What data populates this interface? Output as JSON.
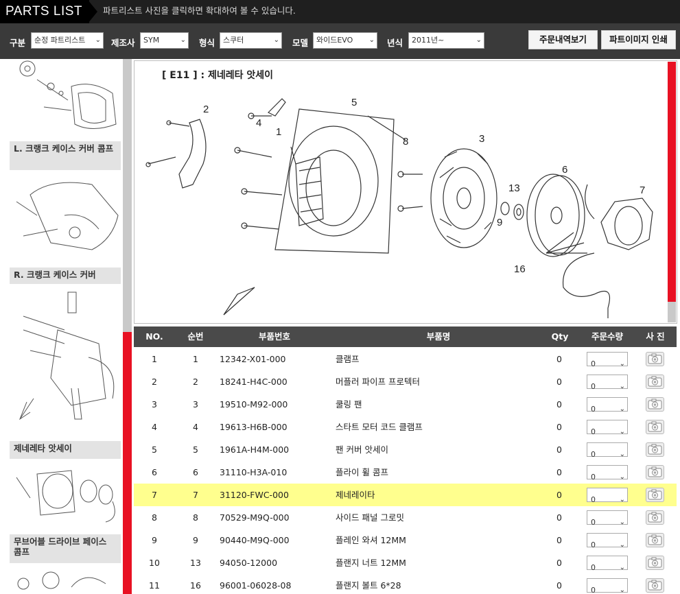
{
  "header": {
    "title": "PARTS LIST",
    "hint": "파트리스트 사진을 클릭하면 확대하여 볼 수 있습니다."
  },
  "filters": [
    {
      "label": "구분",
      "value": "순정 파트리스트"
    },
    {
      "label": "제조사",
      "value": "SYM"
    },
    {
      "label": "형식",
      "value": "스쿠터"
    },
    {
      "label": "모델",
      "value": "와이드EVO"
    },
    {
      "label": "년식",
      "value": "2011년~"
    }
  ],
  "buttons": {
    "order_history": "주문내역보기",
    "print_part_image": "파트이미지 인쇄"
  },
  "sidebar": {
    "items": [
      {
        "label": "L. 크랭크 케이스 커버 콤프"
      },
      {
        "label": "R. 크랭크 케이스 커버"
      },
      {
        "label": "제네레타 앗세이"
      },
      {
        "label": "무브어블 드라이브 페이스 콤프"
      }
    ]
  },
  "diagram": {
    "title": "[ E11 ] : 제네레타 앗세이",
    "callouts": [
      "1",
      "2",
      "3",
      "4",
      "5",
      "6",
      "7",
      "8",
      "9",
      "13",
      "16"
    ]
  },
  "table": {
    "headers": {
      "no": "NO.",
      "seq": "순번",
      "part_no": "부품번호",
      "name": "부품명",
      "qty": "Qty",
      "order_qty": "주문수량",
      "photo": "사 진"
    },
    "rows": [
      {
        "no": "1",
        "seq": "1",
        "part_no": "12342-X01-000",
        "name": "클램프",
        "qty": "0",
        "order_qty": "0"
      },
      {
        "no": "2",
        "seq": "2",
        "part_no": "18241-H4C-000",
        "name": "머플러 파이프 프로텍터",
        "qty": "0",
        "order_qty": "0"
      },
      {
        "no": "3",
        "seq": "3",
        "part_no": "19510-M92-000",
        "name": "쿨링 팬",
        "qty": "0",
        "order_qty": "0"
      },
      {
        "no": "4",
        "seq": "4",
        "part_no": "19613-H6B-000",
        "name": "스타트 모터 코드 클램프",
        "qty": "0",
        "order_qty": "0"
      },
      {
        "no": "5",
        "seq": "5",
        "part_no": "1961A-H4M-000",
        "name": "팬 커버 앗세이",
        "qty": "0",
        "order_qty": "0"
      },
      {
        "no": "6",
        "seq": "6",
        "part_no": "31110-H3A-010",
        "name": "플라이 휠 콤프",
        "qty": "0",
        "order_qty": "0"
      },
      {
        "no": "7",
        "seq": "7",
        "part_no": "31120-FWC-000",
        "name": "제네레이타",
        "qty": "0",
        "order_qty": "0",
        "selected": true
      },
      {
        "no": "8",
        "seq": "8",
        "part_no": "70529-M9Q-000",
        "name": "사이드 패널 그로밋",
        "qty": "0",
        "order_qty": "0"
      },
      {
        "no": "9",
        "seq": "9",
        "part_no": "90440-M9Q-000",
        "name": "플레인 와셔 12MM",
        "qty": "0",
        "order_qty": "0"
      },
      {
        "no": "10",
        "seq": "13",
        "part_no": "94050-12000",
        "name": "플랜지 너트 12MM",
        "qty": "0",
        "order_qty": "0"
      },
      {
        "no": "11",
        "seq": "16",
        "part_no": "96001-06028-08",
        "name": "플랜지 볼트 6*28",
        "qty": "0",
        "order_qty": "0"
      }
    ]
  },
  "colors": {
    "accent": "#e81123",
    "highlight": "#ffff8e",
    "header_bg": "#4a4a4a"
  }
}
